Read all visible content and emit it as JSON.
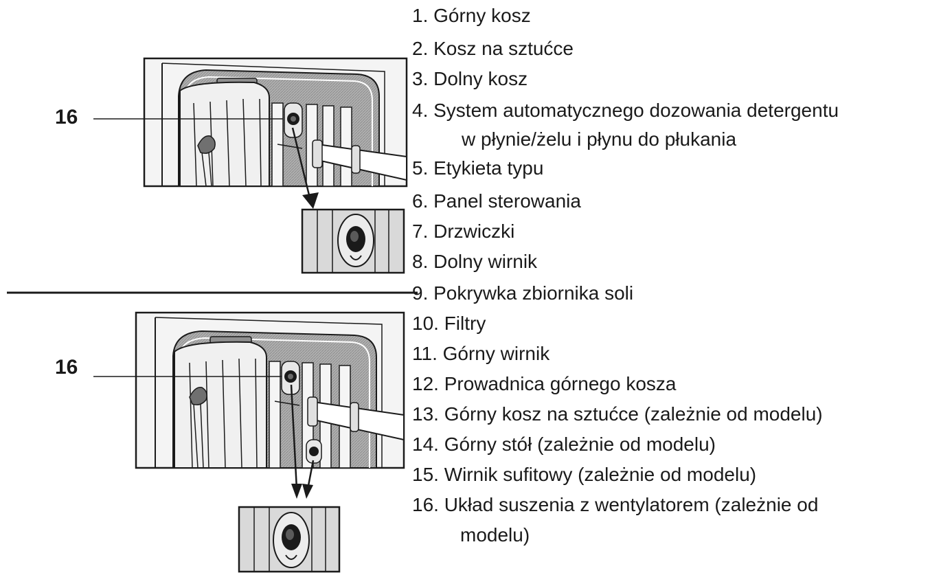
{
  "callouts": {
    "top": "16",
    "bottom": "16"
  },
  "legend": [
    "1.  Górny kosz",
    "2.  Kosz na sztućce",
    "3.  Dolny kosz",
    "4.  System automatycznego dozowania detergentu",
    "w płynie/żelu i płynu do płukania",
    "5.  Etykieta typu",
    "6.  Panel sterowania",
    "7.  Drzwiczki",
    "8.  Dolny wirnik",
    "9.  Pokrywka zbiornika soli",
    "10.  Filtry",
    "11.  Górny wirnik",
    "12.  Prowadnica górnego kosza",
    "13.  Górny kosz na sztućce (zależnie od modelu)",
    "14.  Górny stół (zależnie od modelu)",
    "15.  Wirnik sufitowy (zależnie od modelu)",
    "16.  Układ suszenia z wentylatorem (zależnie od",
    "modelu)"
  ],
  "colors": {
    "line": "#1a1a1a",
    "panel": "#d9d9d9",
    "tub": "#a8a8a8",
    "paper": "#f2f2f2"
  }
}
